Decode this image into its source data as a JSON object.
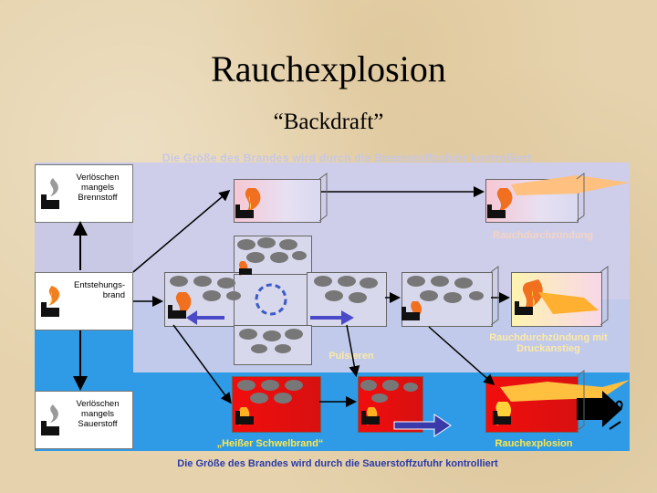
{
  "title": "Rauchexplosion",
  "subtitle": "“Backdraft”",
  "top_caption": "Die Größe des Brandes wird durch die Brennstoffzufuhr kontrolliert",
  "bottom_caption": "Die Größe des Brandes wird durch die Sauerstoffzufuhr kontrolliert",
  "left_boxes": {
    "top": "Verlöschen mangels Brennstoff",
    "middle": "Entstehungs-brand",
    "bottom": "Verlöschen mangels Sauerstoff"
  },
  "labels": {
    "rauchdurchzuendung": "Rauchdurchzündung",
    "pulsieren": "Pulsieren",
    "rauchdurchzuendung_druck": "Rauchdurchzündung mit Druckanstieg",
    "heisser_schwelbrand": "„Heißer Schwelbrand“",
    "rauchexplosion": "Rauchexplosion"
  },
  "colors": {
    "upper_panel": "#c9c9e6",
    "lower_panel": "#2f9be6",
    "hot_room": "#f20d0d",
    "arrow_blue": "#3a3aaa"
  }
}
